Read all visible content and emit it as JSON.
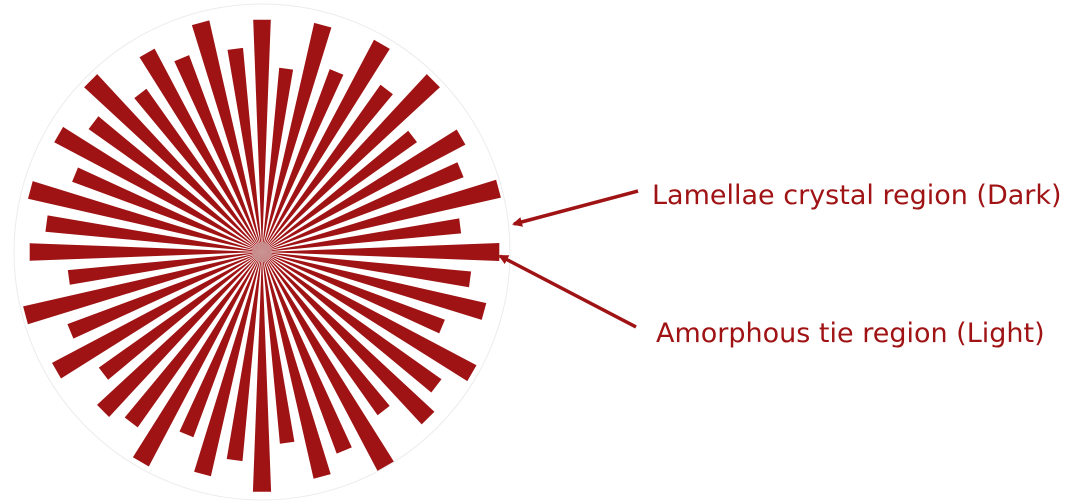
{
  "colors": {
    "crystal": "#a01314",
    "amorphous": "#ffffff",
    "boundary": "#ececec",
    "label_text": "#a01314",
    "arrow": "#a01314"
  },
  "labels": {
    "crystal_region": "Lamellae crystal region (Dark)",
    "amorphous_region": "Amorphous tie region (Light)"
  },
  "spherulite": {
    "lamella_count": 48,
    "dark_fraction": 0.58,
    "radius_profile": [
      0.93,
      0.74,
      0.94,
      0.78,
      0.96,
      0.82,
      0.97,
      0.76,
      0.92,
      0.86,
      0.98,
      0.8,
      0.95,
      0.84,
      0.92,
      0.78,
      0.97,
      0.88,
      0.94,
      0.8,
      0.99,
      0.86,
      0.93,
      0.77,
      0.96,
      0.84,
      0.92,
      0.79,
      0.97,
      0.86,
      0.9,
      0.8,
      0.95,
      0.83,
      0.98,
      0.78,
      0.93,
      0.87,
      0.96,
      0.81,
      0.94,
      0.85,
      0.97,
      0.8,
      0.92,
      0.84,
      0.95,
      0.82
    ]
  }
}
